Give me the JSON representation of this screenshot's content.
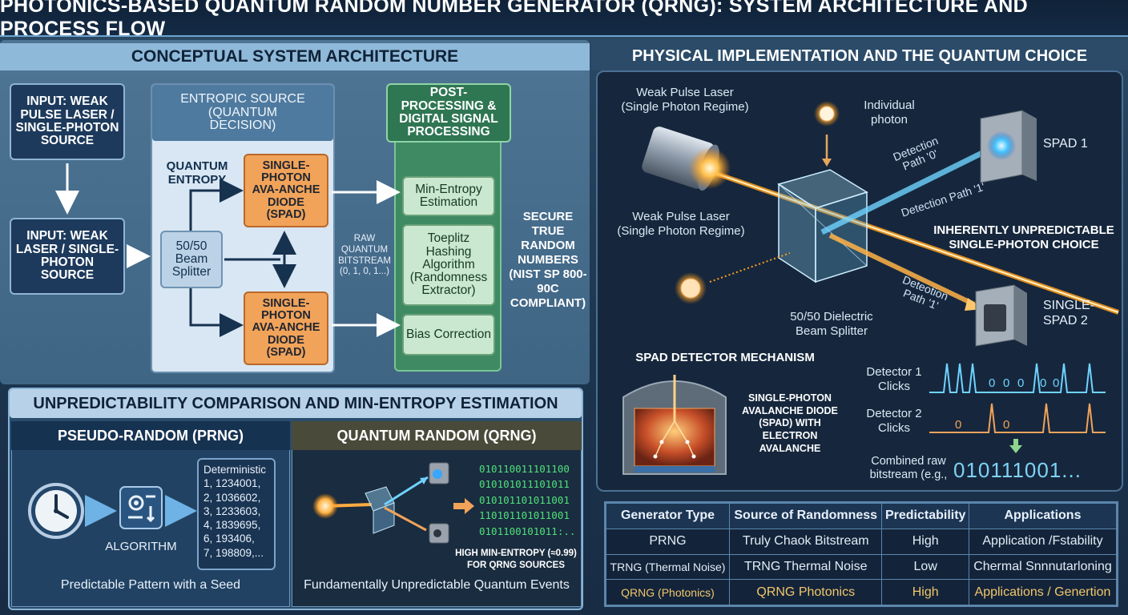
{
  "title": "PHOTONICS-BASED QUANTUM RANDOM NUMBER GENERATOR (QRNG): SYSTEM ARCHITECTURE AND PROCESS FLOW",
  "architecture": {
    "heading": "CONCEPTUAL SYSTEM ARCHITECTURE",
    "input_top": "INPUT: WEAK PULSE LASER / SINGLE-PHOTON SOURCE",
    "input_bottom": "INPUT: WEAK LASER / SINGLE-PHOTON SOURCE",
    "entropic_source": "ENTROPIC SOURCE (QUANTUM DECISION)",
    "quantum_entropy": "QUANTUM ENTROPY",
    "beam_splitter": "50/50 Beam Splitter",
    "spad_top": "SINGLE-PHOTON AVA-ANCHE DIODE (SPAD)",
    "spad_bottom": "SINGLE-PHOTON AVA-ANCHE DIODE (SPAD)",
    "raw_bitstream": "RAW QUANTUM BITSTREAM (0, 1, 0, 1...)",
    "post_processing": "POST-PROCESSING & DIGITAL SIGNAL PROCESSING",
    "min_entropy": "Min-Entropy Estimation",
    "toeplitz": "Toeplitz Hashing Algorithm (Randomness Extractor)",
    "bias": "Bias Correction",
    "output": "SECURE TRUE RANDOM NUMBERS (NIST SP 800-90C COMPLIANT)"
  },
  "comparison": {
    "heading": "UNPREDICTABILITY COMPARISON AND MIN-ENTROPY ESTIMATION",
    "prng_title": "PSEUDO-RANDOM (PRNG)",
    "algorithm": "ALGORITHM",
    "deterministic_title": "Deterministic",
    "deterministic_lines": [
      "1, 1234001,",
      "2, 1036602,",
      "3, 1233603,",
      "4, 1839695,",
      "6, 193406,",
      "7, 198809,..."
    ],
    "prng_caption": "Predictable Pattern with a Seed",
    "qrng_title": "QUANTUM RANDOM (QRNG)",
    "qrng_bits": [
      "010110011101100",
      "010101011101011",
      "010101101011001",
      "110101101011001",
      "0101100101011:.."
    ],
    "high_min_entropy": "HIGH MIN-ENTROPY (≈0.99) FOR QRNG SOURCES",
    "qrng_caption": "Fundamentally Unpredictable Quantum Events"
  },
  "physical": {
    "heading": "PHYSICAL IMPLEMENTATION AND THE QUANTUM CHOICE",
    "laser_top": "Weak Pulse Laser (Single Photon Regime)",
    "individual_photon": "Individual photon",
    "laser_bottom": "Weak Pulse Laser (Single Photon Regime)",
    "path0": "Detection Path '0'",
    "path1_upper": "Detection Path '1'",
    "spad1": "SPAD 1",
    "unpredictable": "INHERENTLY UNPREDICTABLE SINGLE-PHOTON CHOICE",
    "path1_lower": "Deteotion Path '1'",
    "spad2": "SINGLE-SPAD 2",
    "splitter": "50/50 Dielectric Beam Splitter",
    "spad_mechanism": "SPAD DETECTOR MECHANISM",
    "spad_desc": "SINGLE-PHOTON AVALANCHE DIODE (SPAD) WITH ELECTRON AVALANCHE",
    "detector1": "Detector 1 Clicks",
    "detector1_bits": [
      "0",
      "0",
      "0",
      "0",
      "0"
    ],
    "detector2": "Detector 2 Clicks",
    "detector2_bits": [
      "0",
      "0"
    ],
    "combined": "Combined raw bitstream (e.g.,",
    "combined_bits": "010111001..."
  },
  "table": {
    "headers": [
      "Generator Type",
      "Source of Randomness",
      "Predictability",
      "Applications"
    ],
    "rows": [
      [
        "PRNG",
        "Truly Chaok Bitstream",
        "High",
        "Application /Fstability"
      ],
      [
        "TRNG (Thermal Noise)",
        "TRNG Thermal Noise",
        "Low",
        "Chermal Snnnutarloning"
      ],
      [
        "QRNG (Photonics)",
        "QRNG Photonics",
        "High",
        "Applications / Genertion"
      ]
    ]
  },
  "colors": {
    "accent_orange": "#f1a35a",
    "accent_green": "#c9e8cf",
    "accent_cyan": "#6fd3ff",
    "gold_text": "#f2c66b"
  }
}
